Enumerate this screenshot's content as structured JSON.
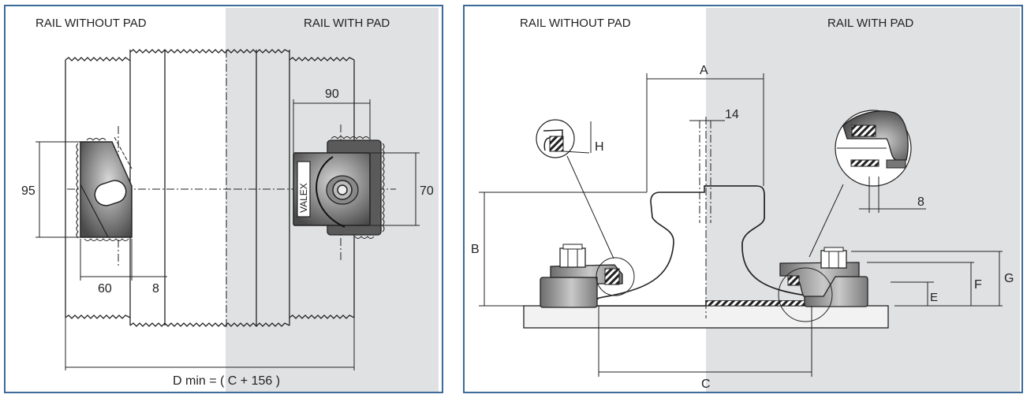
{
  "left_panel": {
    "label_without_pad": "RAIL WITHOUT PAD",
    "label_with_pad": "RAIL WITH PAD",
    "dim_95": "95",
    "dim_60": "60",
    "dim_8": "8",
    "dim_90": "90",
    "dim_70": "70",
    "clip_brand": "VALEX",
    "d_min_formula": "D min = ( C + 156 )"
  },
  "right_panel": {
    "label_without_pad": "RAIL WITHOUT PAD",
    "label_with_pad": "RAIL WITH PAD",
    "dim_A": "A",
    "dim_14": "14",
    "dim_H": "H",
    "dim_8": "8",
    "dim_B": "B",
    "dim_C": "C",
    "dim_E": "E",
    "dim_F": "F",
    "dim_G": "G"
  },
  "colors": {
    "panel_border": "#3d6a98",
    "pad_region": "#e0e1e3",
    "line": "#222222",
    "clip_dark": "#555555"
  }
}
